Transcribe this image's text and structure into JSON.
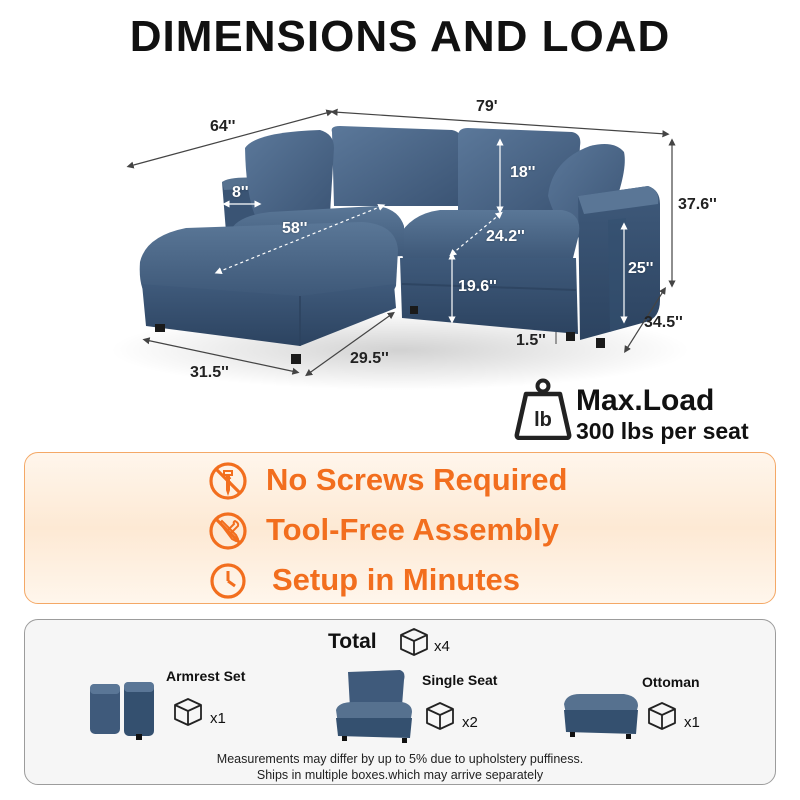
{
  "title": "DIMENSIONS AND LOAD",
  "dimensions": {
    "length": "79'",
    "depth_left": "64''",
    "height": "37.6''",
    "armrest_width": "8''",
    "seat_depth": "58''",
    "back_height": "18''",
    "seat_width": "24.2''",
    "arm_height": "25''",
    "seat_height": "19.6''",
    "side_depth": "34.5''",
    "leg_height": "1.5''",
    "ottoman_length": "31.5''",
    "ottoman_width": "29.5''"
  },
  "max_load": {
    "icon_label": "lb",
    "label": "Max.Load",
    "value": "300 lbs per seat"
  },
  "features": [
    {
      "icon": "no-screws-icon",
      "text": "No Screws Required"
    },
    {
      "icon": "no-tools-icon",
      "text": "Tool-Free Assembly"
    },
    {
      "icon": "clock-icon",
      "text": "Setup in Minutes"
    }
  ],
  "package": {
    "total_label": "Total",
    "total_qty": "x4",
    "items": [
      {
        "label": "Armrest Set",
        "qty": "x1"
      },
      {
        "label": "Single Seat",
        "qty": "x2"
      },
      {
        "label": "Ottoman",
        "qty": "x1"
      }
    ],
    "footnote_1": "Measurements may differ by up to 5% due to upholstery puffiness.",
    "footnote_2": "Ships in multiple boxes.which may arrive separately"
  },
  "colors": {
    "fabric": "#3d5878",
    "accent": "#f26e1e",
    "feature_border": "#f4a866"
  }
}
